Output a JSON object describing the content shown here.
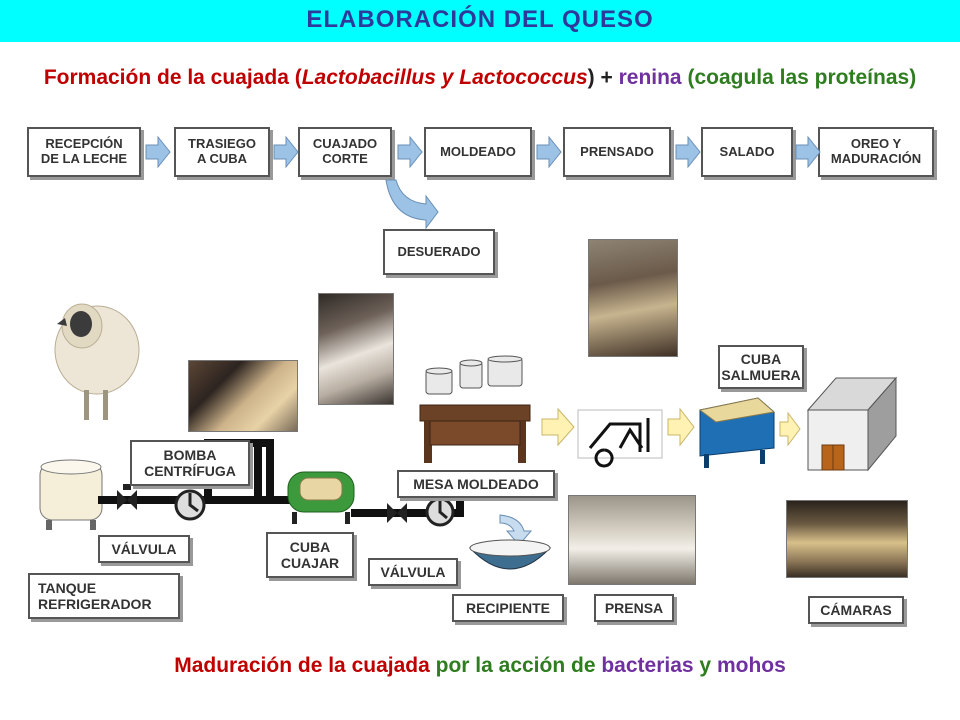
{
  "title": "ELABORACIÓN DEL QUESO",
  "subtitle": {
    "p1": "Formación de la cuajada (",
    "p2": "Lactobacillus y Lactococcus",
    "p3": ") + ",
    "p4": "renina",
    "p5": " (coagula las proteínas)"
  },
  "steps": [
    {
      "line1": "RECEPCIÓN",
      "line2": "DE LA LECHE"
    },
    {
      "line1": "TRASIEGO",
      "line2": "A CUBA"
    },
    {
      "line1": "CUAJADO",
      "line2": "CORTE"
    },
    {
      "line1": "MOLDEADO",
      "line2": ""
    },
    {
      "line1": "PRENSADO",
      "line2": ""
    },
    {
      "line1": "SALADO",
      "line2": ""
    },
    {
      "line1": "OREO Y",
      "line2": "MADURACIÓN"
    }
  ],
  "desuerado": "DESUERADO",
  "labels": {
    "bomba": {
      "line1": "BOMBA",
      "line2": "CENTRÍFUGA"
    },
    "valvula1": "VÁLVULA",
    "tanque": {
      "line1": "TANQUE",
      "line2": "REFRIGERADOR"
    },
    "cuba_cuajar": {
      "line1": "CUBA",
      "line2": "CUAJAR"
    },
    "valvula2": "VÁLVULA",
    "mesa": "MESA MOLDEADO",
    "recipiente": "RECIPIENTE",
    "prensa": "PRENSA",
    "camaras": "CÁMARAS",
    "salmuera": {
      "line1": "CUBA",
      "line2": "SALMUERA"
    }
  },
  "footer": {
    "p1": "Maduración de la cuajada",
    "p2": "  por la acción de ",
    "p3": "bacterias",
    "p4": " y ",
    "p5": "mohos"
  },
  "colors": {
    "banner": "#00FFFF",
    "title": "#2E3A9B",
    "red": "#C00000",
    "green": "#2E7D1F",
    "purple": "#7030A0",
    "arrow_fill": "#9CC3E6",
    "arrow_yellow": "#FFF2B3",
    "pipe": "#111111"
  }
}
